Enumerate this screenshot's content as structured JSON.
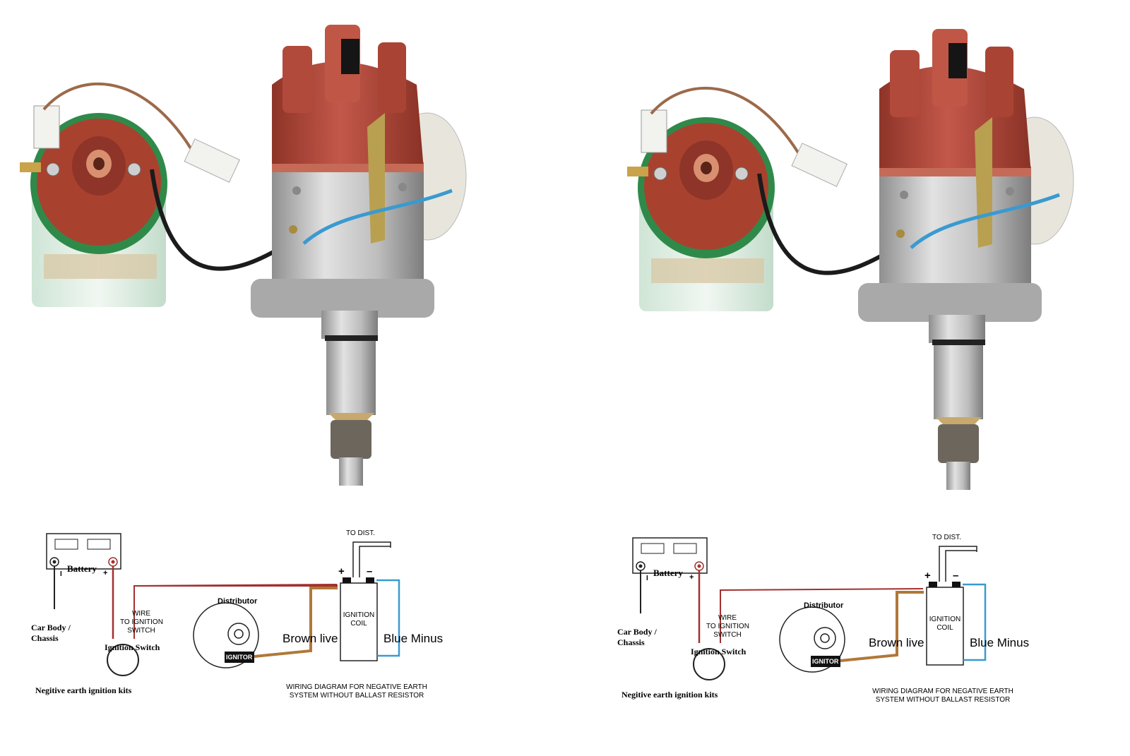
{
  "panels": [
    {
      "diagram": {
        "battery": "Battery",
        "minus_sign": "I",
        "plus_sign": "+",
        "car_body": "Car Body /",
        "chassis": "Chassis",
        "wire_label_1": "WIRE",
        "wire_label_2": "TO IGNITION",
        "wire_label_3": "SWITCH",
        "ignition_switch": "Ignition Switch",
        "distributor": "Distributor",
        "ignitor": "IGNITOR",
        "brown_live": "Brown live",
        "to_dist": "TO DIST.",
        "coil_plus": "+",
        "coil_minus": "–",
        "coil_line_1": "IGNITION",
        "coil_line_2": "COIL",
        "blue_minus": "Blue Minus",
        "kit_note": "Negitive earth ignition kits",
        "caption_1": "WIRING DIAGRAM FOR NEGATIVE EARTH",
        "caption_2": "SYSTEM WITHOUT BALLAST RESISTOR"
      }
    },
    {
      "diagram": {
        "battery": "Battery",
        "minus_sign": "I",
        "plus_sign": "+",
        "car_body": "Car Body /",
        "chassis": "Chassis",
        "wire_label_1": "WIRE",
        "wire_label_2": "TO IGNITION",
        "wire_label_3": "SWITCH",
        "ignition_switch": "Ignition Switch",
        "distributor": "Distributor",
        "ignitor": "IGNITOR",
        "brown_live": "Brown live",
        "to_dist": "TO DIST.",
        "coil_plus": "+",
        "coil_minus": "–",
        "coil_line_1": "IGNITION",
        "coil_line_2": "COIL",
        "blue_minus": "Blue Minus",
        "kit_note": "Negitive earth ignition kits",
        "caption_1": "WIRING DIAGRAM FOR NEGATIVE EARTH",
        "caption_2": "SYSTEM WITHOUT BALLAST RESISTOR"
      }
    }
  ],
  "colors": {
    "cap_red": "#b24a3c",
    "cap_dark": "#8e3428",
    "aluminium": "#bfbfbf",
    "coil_green": "#2f8a4a",
    "wire_red": "#a33030",
    "wire_brown": "#b07838",
    "wire_blue": "#3a9ad0"
  }
}
